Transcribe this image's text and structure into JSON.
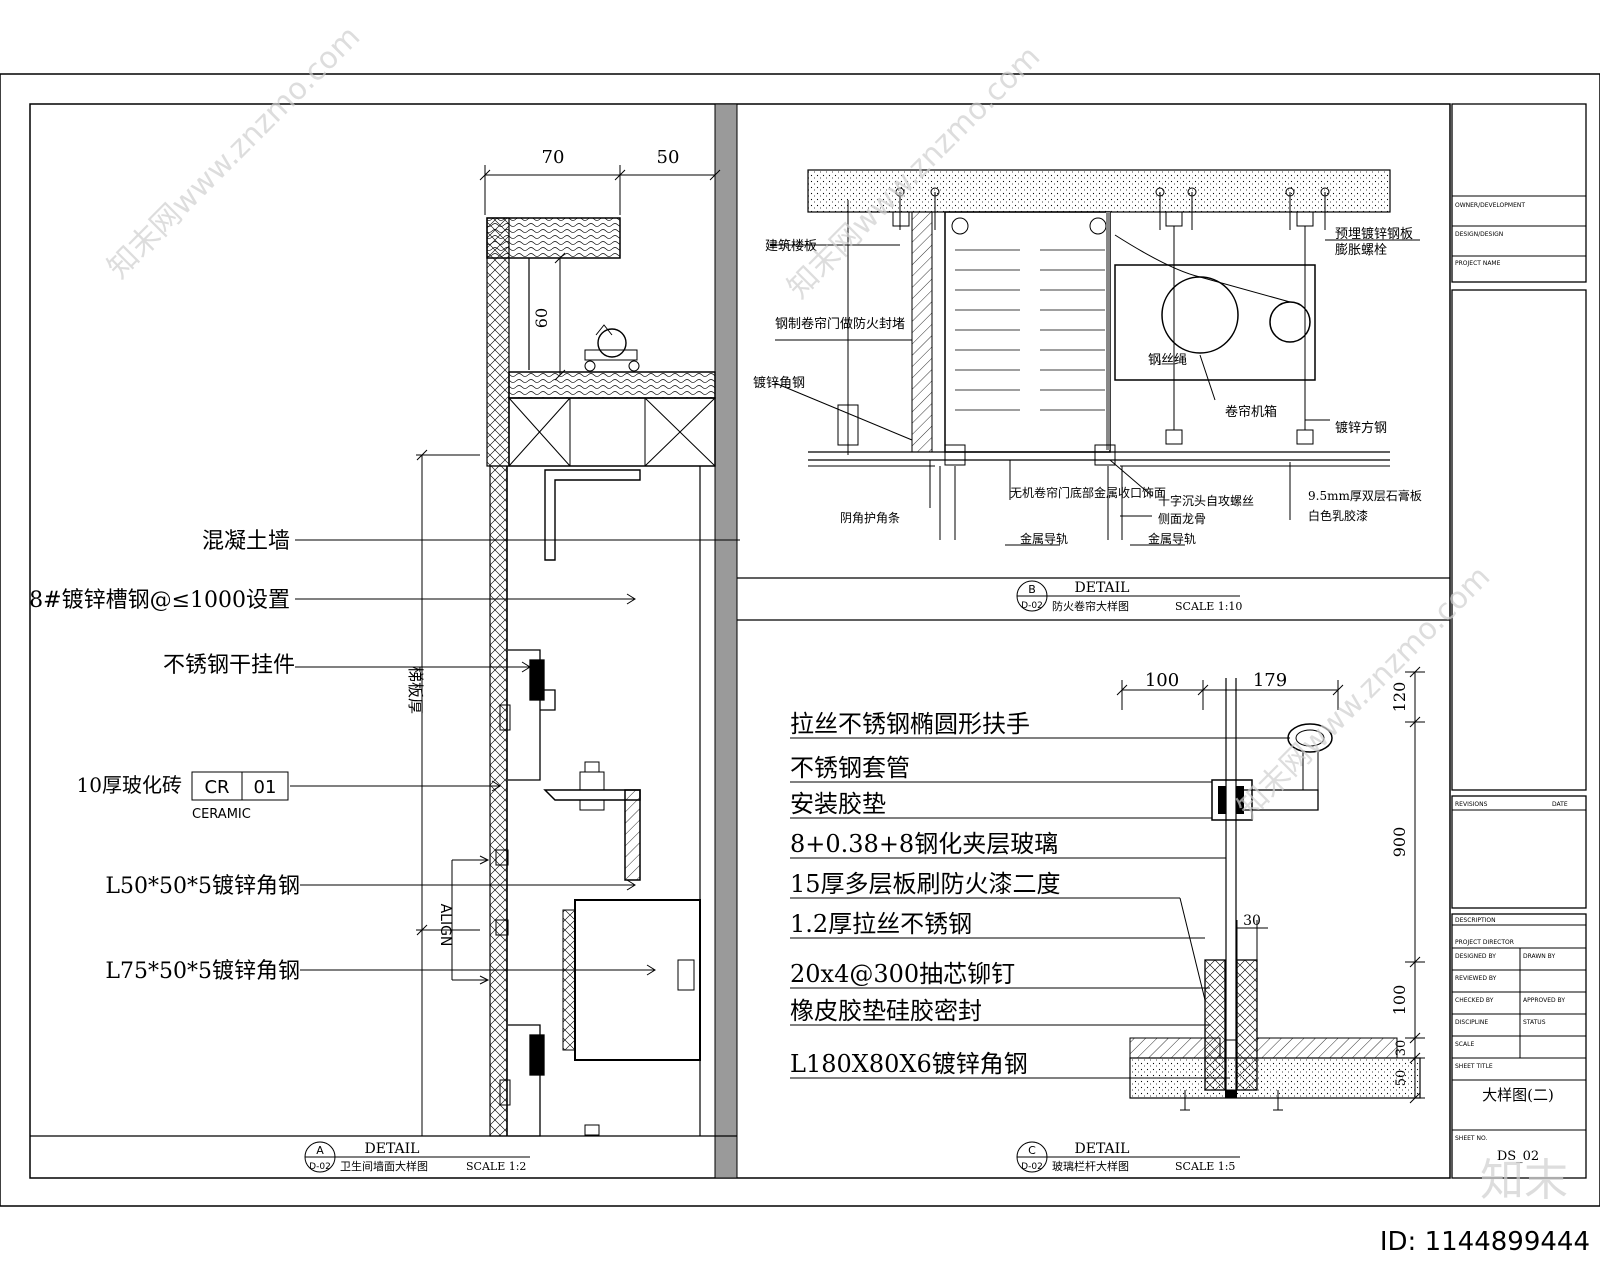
{
  "panel_a": {
    "dims": {
      "d70": "70",
      "d50": "50",
      "d60": "60",
      "vertical": "梯板厚",
      "align": "ALIGN"
    },
    "labels": [
      "混凝土墙",
      "8#镀锌槽钢@≤1000设置",
      "不锈钢干挂件",
      "10厚玻化砖",
      "L50*50*5镀锌角钢",
      "L75*50*5镀锌角钢"
    ],
    "tag": {
      "code": "CR",
      "num": "01",
      "material": "CERAMIC"
    },
    "footer": {
      "letter": "A",
      "sheet": "D-02",
      "detail": "DETAIL",
      "name": "卫生间墙面大样图",
      "scale": "SCALE 1:2"
    }
  },
  "panel_b": {
    "labels": [
      "建筑楼板",
      "钢制卷帘门做防火封堵",
      "镀锌角钢",
      "钢丝绳",
      "卷帘机箱",
      "镀锌方钢",
      "预埋镀锌钢板",
      "膨胀螺栓",
      "无机卷帘门底部金属收口饰面",
      "阴角护角条",
      "十字沉头自攻螺丝",
      "侧面龙骨",
      "金属导轨",
      "金属导轨",
      "9.5mm厚双层石膏板",
      "白色乳胶漆"
    ],
    "footer": {
      "letter": "B",
      "sheet": "D-02",
      "detail": "DETAIL",
      "name": "防火卷帘大样图",
      "scale": "SCALE 1:10"
    }
  },
  "panel_c": {
    "dims": {
      "d100": "100",
      "d179": "179",
      "d120": "120",
      "d900": "900",
      "d30": "30",
      "d100b": "100",
      "d30b": "30",
      "d50": "50"
    },
    "labels": [
      "拉丝不锈钢椭圆形扶手",
      "不锈钢套管",
      "安装胶垫",
      "8+0.38+8钢化夹层玻璃",
      "15厚多层板刷防火漆二度",
      "1.2厚拉丝不锈钢",
      "20x4@300抽芯铆钉",
      "橡皮胶垫硅胶密封",
      "L180X80X6镀锌角钢"
    ],
    "footer": {
      "letter": "C",
      "sheet": "D-02",
      "detail": "DETAIL",
      "name": "玻璃栏杆大样图",
      "scale": "SCALE 1:5"
    }
  },
  "title_block": {
    "rows": [
      "OWNER/DEVELOPMENT",
      "DESIGN/DESIGN",
      "PROJECT NAME"
    ],
    "revisions": "REVISIONS",
    "date": "DATE",
    "description": "DESCRIPTION",
    "project_director": "PROJECT DIRECTOR",
    "designed_by": "DESIGNED BY",
    "drawn_by": "DRAWN BY",
    "reviewed_by": "REVIEWED BY",
    "checked_by": "CHECKED BY",
    "approved_by": "APPROVED BY",
    "scale": "SCALE",
    "discipline": "DISCIPLINE",
    "status": "STATUS",
    "sheet_title_label": "SHEET TITLE",
    "sheet_title": "大样图(二)",
    "sheet_no_label": "SHEET NO.",
    "sheet_no": "DS_02"
  },
  "watermark": {
    "text": "知末网www.znzmo.com",
    "logo": "知末",
    "id": "ID: 1144899444"
  }
}
